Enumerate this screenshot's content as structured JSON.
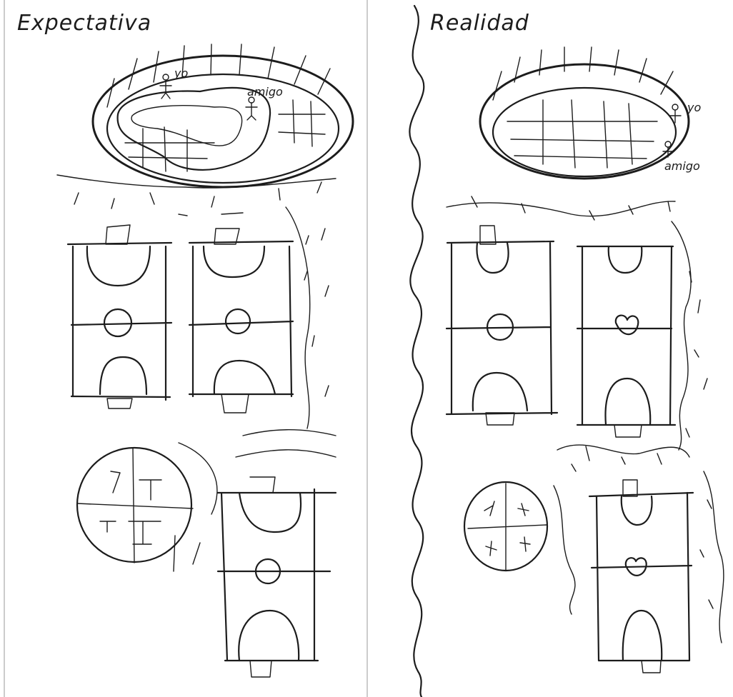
{
  "panels": {
    "left": {
      "title": "Expectativa",
      "labels": [
        "yo",
        "amigo"
      ]
    },
    "right": {
      "title": "Realidad",
      "labels": [
        "yo",
        "amigo"
      ]
    }
  }
}
